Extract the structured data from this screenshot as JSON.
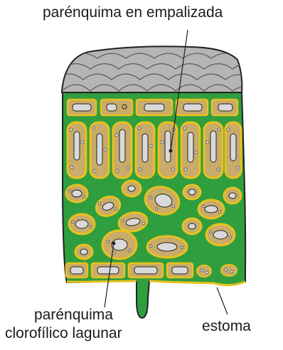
{
  "labels": {
    "palisade": "parénquima en empalizada",
    "spongy_line1": "parénquima",
    "spongy_line2": "clorofílico lagunar",
    "stoma": "estoma"
  },
  "colors": {
    "mesophyll": "#2f9e3f",
    "outline": "#222222",
    "epidermis_top": "#b5b5b5",
    "cell_fill": "#c9ab6a",
    "cell_wall": "#e8c21c",
    "vacuole": "#d9d9d9",
    "background": "#ffffff"
  }
}
